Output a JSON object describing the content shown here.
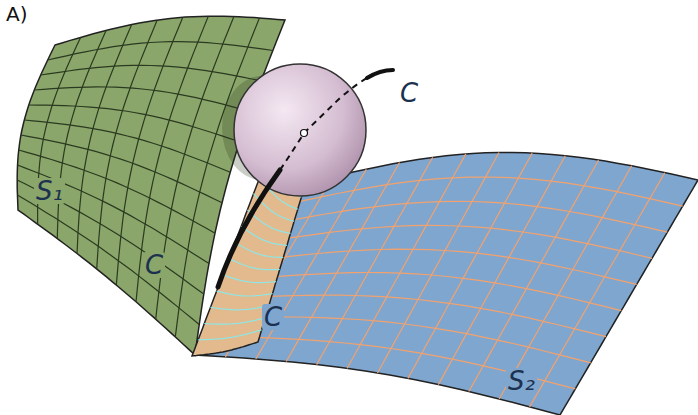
{
  "diagram": {
    "labels": [
      "A)",
      "C",
      "S₁",
      "C",
      "C",
      "S₂"
    ]
  }
}
